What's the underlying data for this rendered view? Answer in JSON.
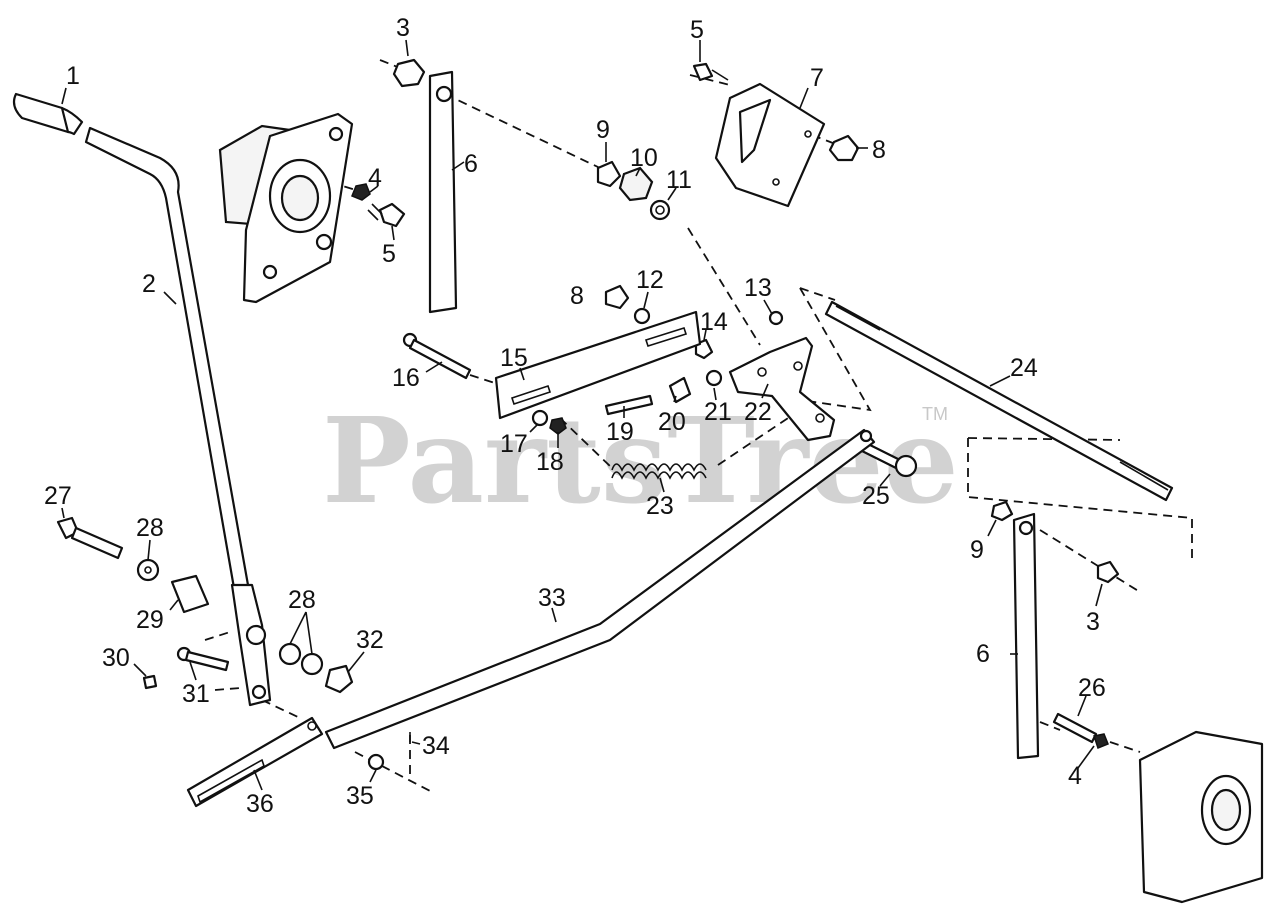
{
  "watermark": {
    "text": "PartsTree",
    "trademark": "TM"
  },
  "callouts": [
    "1",
    "2",
    "3",
    "3",
    "4",
    "4",
    "5",
    "5",
    "6",
    "6",
    "7",
    "8",
    "8",
    "9",
    "9",
    "10",
    "11",
    "12",
    "13",
    "14",
    "15",
    "16",
    "17",
    "18",
    "19",
    "20",
    "21",
    "22",
    "23",
    "24",
    "25",
    "26",
    "27",
    "28",
    "28",
    "29",
    "30",
    "31",
    "32",
    "33",
    "34",
    "35",
    "36"
  ]
}
